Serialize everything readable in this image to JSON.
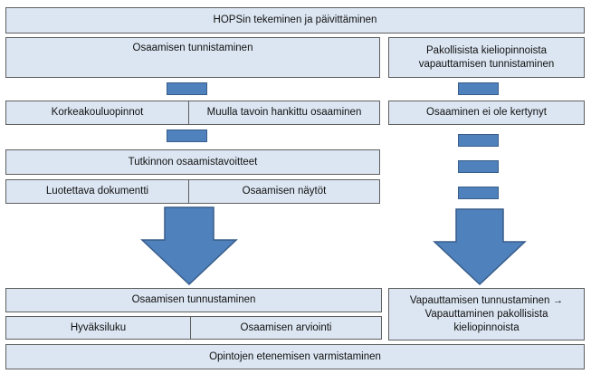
{
  "title": "HOPSin tekeminen ja päivittäminen",
  "left": {
    "identification": "Osaamisen tunnistaminen",
    "sources": [
      "Korkeakouluopinnot",
      "Muulla tavoin hankittu osaaminen"
    ],
    "goals": "Tutkinnon osaamistavoitteet",
    "evidence": [
      "Luotettava dokumentti",
      "Osaamisen näytöt"
    ],
    "recognition": "Osaamisen tunnustaminen",
    "outcomes": [
      "Hyväksiluku",
      "Osaamisen arviointi"
    ]
  },
  "right": {
    "identification_line1": "Pakollisista kieliopinnoista",
    "identification_line2": "vapauttamisen tunnistaminen",
    "not_accumulated": "Osaaminen ei ole kertynyt",
    "recognition_line1": "Vapauttamisen tunnustaminen →",
    "recognition_line2": "Vapauttaminen pakollisista",
    "recognition_line3": "kieliopinnoista"
  },
  "footer": "Opintojen etenemisen varmistaminen",
  "colors": {
    "box_fill": "#dce6f2",
    "box_border": "#5f5f5f",
    "connector_fill": "#4f81bd",
    "connector_border": "#385d8a"
  }
}
